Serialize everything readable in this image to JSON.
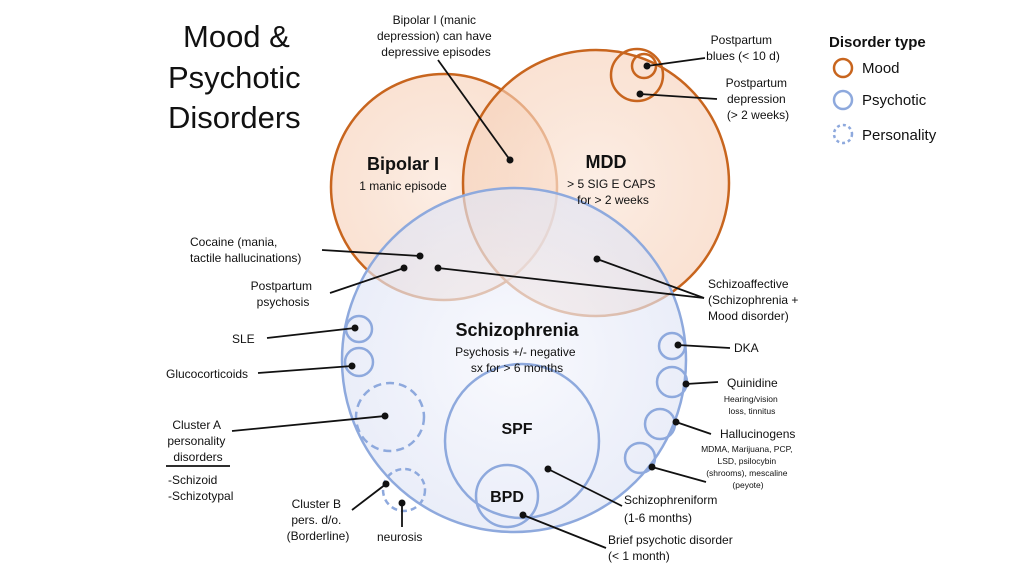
{
  "title": [
    "Mood &",
    "Psychotic",
    "Disorders"
  ],
  "legend": {
    "heading": "Disorder type",
    "items": [
      {
        "label": "Mood",
        "color": "#c8651e",
        "style": "solid"
      },
      {
        "label": "Psychotic",
        "color": "#8ea9dd",
        "style": "solid"
      },
      {
        "label": "Personality",
        "color": "#8ea9dd",
        "style": "dashed"
      }
    ]
  },
  "circles": {
    "bipolar": {
      "name": "Bipolar I",
      "desc": "1 manic episode"
    },
    "mdd": {
      "name": "MDD",
      "desc": [
        "> 5 SIG E CAPS",
        "for > 2 weeks"
      ]
    },
    "schizophrenia": {
      "name": "Schizophrenia",
      "desc": [
        "Psychosis +/- negative",
        "sx for > 6 months"
      ]
    },
    "spf": {
      "name": "SPF"
    },
    "bpd": {
      "name": "BPD"
    }
  },
  "callouts": {
    "bipolar_note": [
      "Bipolar I (manic",
      "depression) can have",
      "depressive episodes"
    ],
    "pp_blues": [
      "Postpartum",
      "blues (< 10 d)"
    ],
    "pp_depression": [
      "Postpartum",
      "depression",
      "(> 2 weeks)"
    ],
    "cocaine": [
      "Cocaine (mania,",
      "tactile hallucinations)"
    ],
    "pp_psychosis": [
      "Postpartum",
      "psychosis"
    ],
    "schizoaffective": [
      "Schizoaffective",
      "(Schizophrenia +",
      "Mood disorder)"
    ],
    "sle": "SLE",
    "glucocorticoids": "Glucocorticoids",
    "cluster_a": [
      "Cluster A",
      "personality",
      "disorders"
    ],
    "cluster_a_list": [
      "-Schizoid",
      "-Schizotypal"
    ],
    "cluster_b": [
      "Cluster B",
      "pers. d/o.",
      "(Borderline)"
    ],
    "neurosis": "neurosis",
    "dka": "DKA",
    "quinidine": "Quinidine",
    "quinidine_note": [
      "Hearing/vision",
      "loss, tinnitus"
    ],
    "hallucinogens": "Hallucinogens",
    "hallucinogens_note": [
      "MDMA, Marijuana, PCP,",
      "LSD, psilocybin",
      "(shrooms), mescaline",
      "(peyote)"
    ],
    "schizophreniform": [
      "Schizophreniform",
      "(1-6 months)"
    ],
    "brief_psychotic": [
      "Brief psychotic disorder",
      "(< 1 month)"
    ]
  }
}
